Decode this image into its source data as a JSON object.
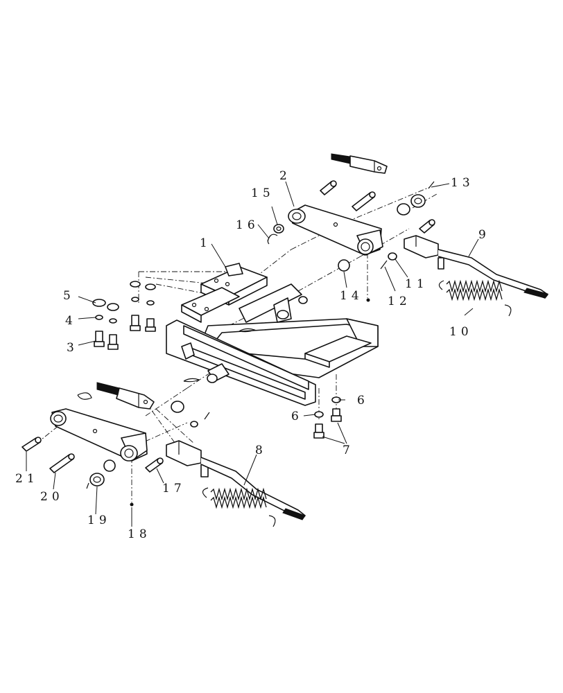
{
  "callouts": [
    {
      "id": "c1",
      "label": "1"
    },
    {
      "id": "c2",
      "label": "2"
    },
    {
      "id": "c3",
      "label": "3"
    },
    {
      "id": "c4",
      "label": "4"
    },
    {
      "id": "c5",
      "label": "5"
    },
    {
      "id": "c6a",
      "label": "6"
    },
    {
      "id": "c6b",
      "label": "6"
    },
    {
      "id": "c7",
      "label": "7"
    },
    {
      "id": "c8",
      "label": "8"
    },
    {
      "id": "c9",
      "label": "9"
    },
    {
      "id": "c10",
      "label": "10"
    },
    {
      "id": "c11",
      "label": "11"
    },
    {
      "id": "c12",
      "label": "12"
    },
    {
      "id": "c13",
      "label": "13"
    },
    {
      "id": "c14",
      "label": "14"
    },
    {
      "id": "c15",
      "label": "15"
    },
    {
      "id": "c16",
      "label": "16"
    },
    {
      "id": "c17",
      "label": "17"
    },
    {
      "id": "c18",
      "label": "18"
    },
    {
      "id": "c19",
      "label": "19"
    },
    {
      "id": "c20",
      "label": "20"
    },
    {
      "id": "c21",
      "label": "21"
    }
  ]
}
